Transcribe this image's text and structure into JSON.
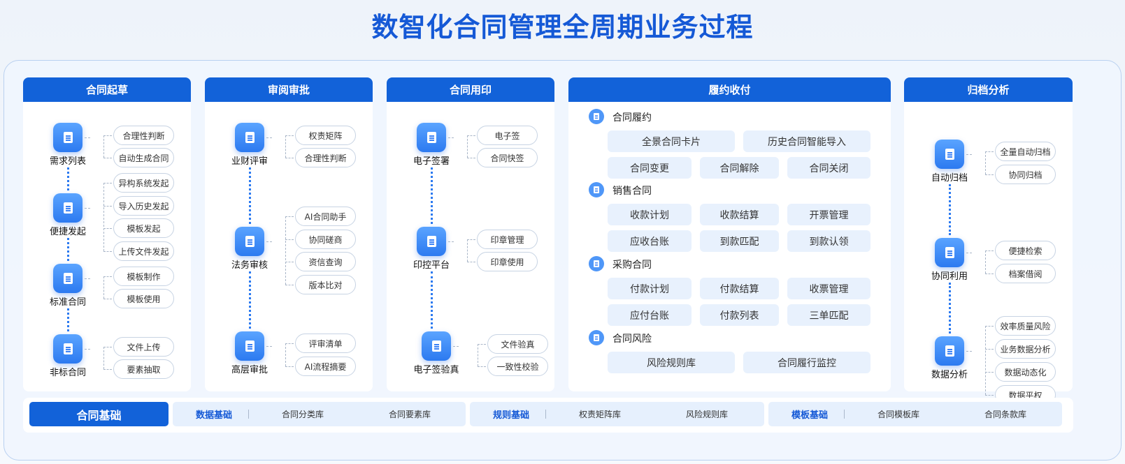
{
  "title": "数智化合同管理全周期业务过程",
  "columns": [
    {
      "header": "合同起草",
      "nodes": [
        {
          "label": "需求列表",
          "pills": [
            "合理性判断",
            "自动生成合同"
          ]
        },
        {
          "label": "便捷发起",
          "pills": [
            "异构系统发起",
            "导入历史发起",
            "模板发起",
            "上传文件发起"
          ]
        },
        {
          "label": "标准合同",
          "pills": [
            "模板制作",
            "模板使用"
          ]
        },
        {
          "label": "非标合同",
          "pills": [
            "文件上传",
            "要素抽取"
          ]
        }
      ]
    },
    {
      "header": "审阅审批",
      "nodes": [
        {
          "label": "业财评审",
          "pills": [
            "权责矩阵",
            "合理性判断"
          ]
        },
        {
          "label": "法务审核",
          "pills": [
            "AI合同助手",
            "协同磋商",
            "资信查询",
            "版本比对"
          ]
        },
        {
          "label": "高层审批",
          "pills": [
            "评审清单",
            "AI流程摘要"
          ]
        }
      ]
    },
    {
      "header": "合同用印",
      "nodes": [
        {
          "label": "电子签署",
          "pills": [
            "电子签",
            "合同快签"
          ]
        },
        {
          "label": "印控平台",
          "pills": [
            "印章管理",
            "印章使用"
          ]
        },
        {
          "label": "电子签验真",
          "pills": [
            "文件验真",
            "一致性校验"
          ]
        }
      ]
    },
    {
      "header": "履约收付",
      "sections": [
        {
          "label": "合同履约",
          "rows": [
            [
              "全景合同卡片",
              "历史合同智能导入"
            ],
            [
              "合同变更",
              "合同解除",
              "合同关闭"
            ]
          ]
        },
        {
          "label": "销售合同",
          "rows": [
            [
              "收款计划",
              "收款结算",
              "开票管理"
            ],
            [
              "应收台账",
              "到款匹配",
              "到款认领"
            ]
          ]
        },
        {
          "label": "采购合同",
          "rows": [
            [
              "付款计划",
              "付款结算",
              "收票管理"
            ],
            [
              "应付台账",
              "付款列表",
              "三单匹配"
            ]
          ]
        },
        {
          "label": "合同风险",
          "rows": [
            [
              "风险规则库",
              "合同履行监控"
            ]
          ]
        }
      ]
    },
    {
      "header": "归档分析",
      "nodes": [
        {
          "label": "自动归档",
          "pills": [
            "全量自动归档",
            "协同归档"
          ]
        },
        {
          "label": "协同利用",
          "pills": [
            "便捷检索",
            "档案借阅"
          ]
        },
        {
          "label": "数据分析",
          "pills": [
            "效率质量风险",
            "业务数据分析",
            "数据动态化",
            "数据平权"
          ]
        }
      ]
    }
  ],
  "foundation": {
    "header": "合同基础",
    "groups": [
      {
        "name": "数据基础",
        "items": [
          "合同分类库",
          "合同要素库"
        ]
      },
      {
        "name": "规则基础",
        "items": [
          "权责矩阵库",
          "风险规则库"
        ]
      },
      {
        "name": "模板基础",
        "items": [
          "合同模板库",
          "合同条款库"
        ]
      }
    ]
  }
}
